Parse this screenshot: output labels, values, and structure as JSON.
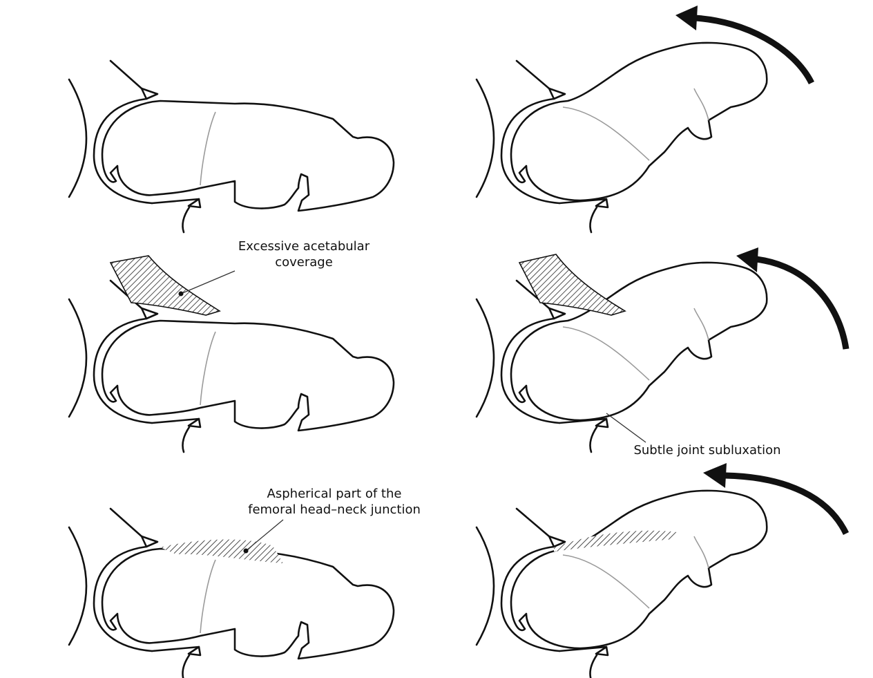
{
  "annotations": {
    "excessive_coverage": [
      "Excessive acetabular",
      "coverage"
    ],
    "subluxation": "Subtle joint subluxation",
    "aspherical": [
      "Aspherical part of the",
      "femoral head–neck junction"
    ]
  }
}
